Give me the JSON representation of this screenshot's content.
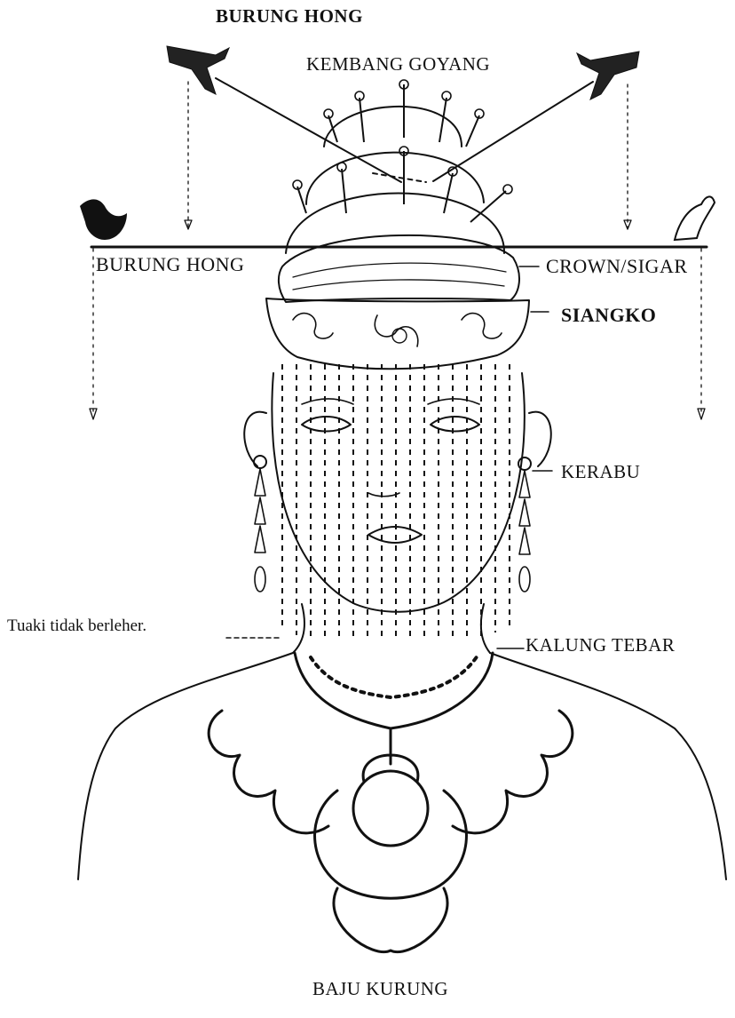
{
  "labels": {
    "burung_hong_top": "BURUNG HONG",
    "kembang_goyang": "KEMBANG GOYANG",
    "burung_hong_left": "BURUNG HONG",
    "crown": "CROWN/SIGAR",
    "siangko": "SIANGKO",
    "kerabu": "KERABU",
    "tuaki": "Tuaki tidak berleher.",
    "kalung_tebar": "KALUNG TEBAR",
    "baju_kurung": "BAJU KURUNG"
  },
  "colors": {
    "ink": "#111111",
    "paper": "#ffffff"
  }
}
